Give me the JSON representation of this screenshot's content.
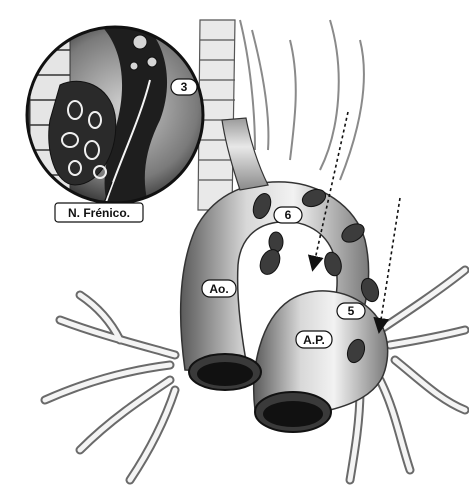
{
  "labels": {
    "station_3": "3",
    "station_6": "6",
    "station_5": "5",
    "aorta": "Ao.",
    "pulmonary_artery": "A.P.",
    "phrenic_nerve": "N. Frénico."
  }
}
